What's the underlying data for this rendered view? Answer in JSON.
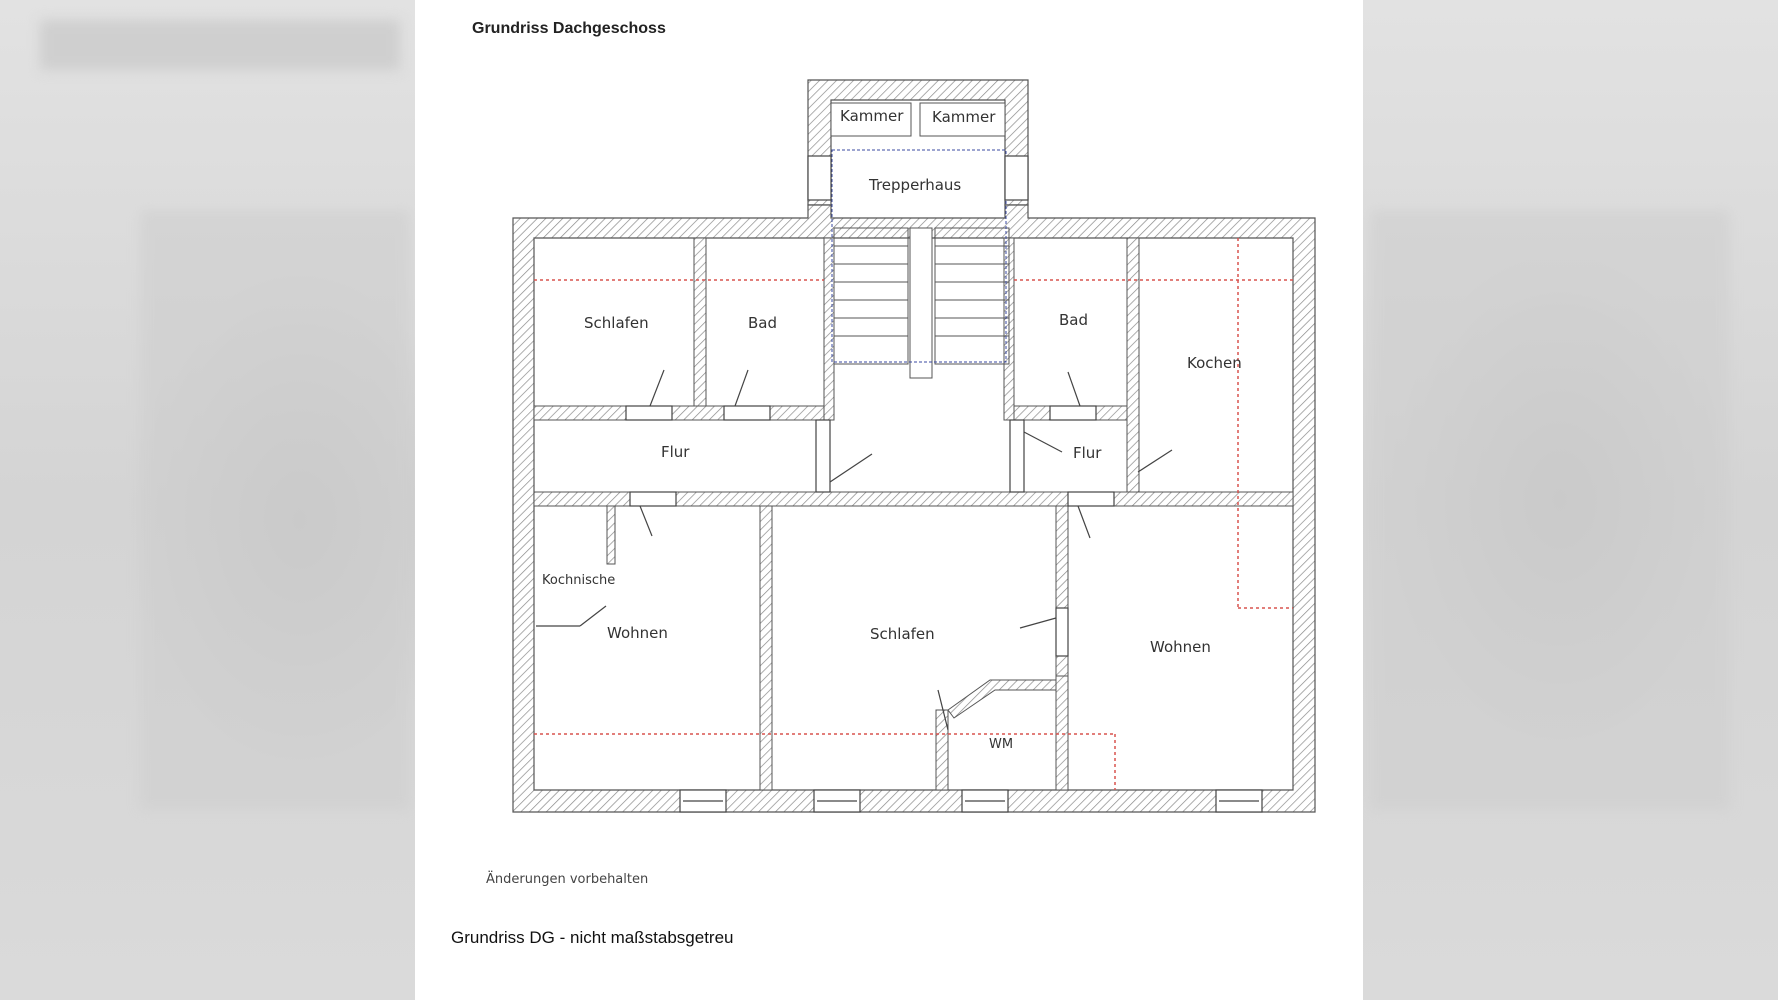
{
  "sheet": {
    "title": "Grundriss Dachgeschoss",
    "note": "Änderungen vorbehalten",
    "caption": "Grundriss DG - nicht maßstabsgetreu"
  },
  "rooms": {
    "kammer_left": "Kammer",
    "kammer_right": "Kammer",
    "treppenhaus": "Trepperhaus",
    "schlafen_top_left": "Schlafen",
    "bad_left": "Bad",
    "bad_right": "Bad",
    "kochen": "Kochen",
    "flur_left": "Flur",
    "flur_right": "Flur",
    "kochnische": "Kochnische",
    "wohnen_left": "Wohnen",
    "schlafen_bottom": "Schlafen",
    "wm": "WM",
    "wohnen_right": "Wohnen"
  },
  "colors": {
    "wall_hatch": "#7a7a7a",
    "dashed_line": "#d9534f",
    "stair_outline": "#3a4aa0"
  }
}
